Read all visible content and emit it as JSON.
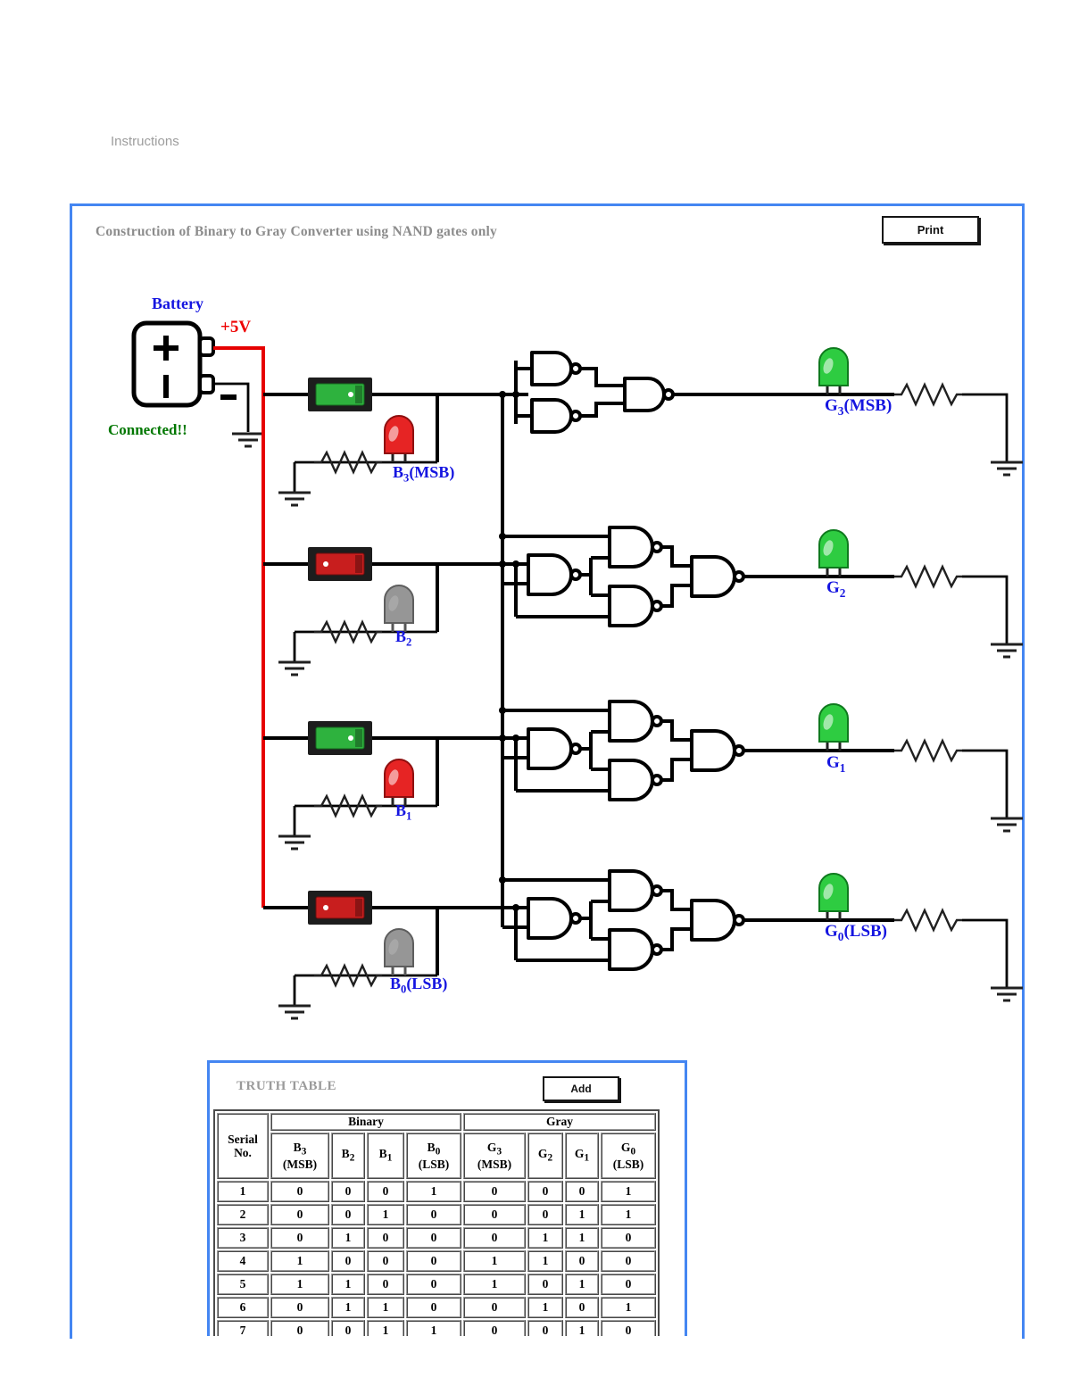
{
  "page": {
    "instructions_label": "Instructions"
  },
  "panel": {
    "title": "Construction of Binary to Gray Converter using NAND gates only",
    "print_button": "Print"
  },
  "battery": {
    "label": "Battery",
    "voltage_label": "+5V",
    "status": "Connected!!"
  },
  "colors": {
    "panel_border": "#4486f2",
    "label_blue": "#1515e0",
    "supply_red": "#ee0000",
    "status_green": "#007700",
    "led_red_lit": "#e62424",
    "led_green_lit": "#2ecc41",
    "led_off_gray": "#969696",
    "switch_on_green": "#2eb23e",
    "switch_off_red": "#c81e1e"
  },
  "inputs": [
    {
      "id": "B3",
      "label_html": "B<sub>3</sub>(MSB)",
      "switch": "on",
      "led": "red-lit"
    },
    {
      "id": "B2",
      "label_html": "B<sub>2</sub>",
      "switch": "off",
      "led": "off"
    },
    {
      "id": "B1",
      "label_html": "B<sub>1</sub>",
      "switch": "on",
      "led": "red-lit"
    },
    {
      "id": "B0",
      "label_html": "B<sub>0</sub>(LSB)",
      "switch": "off",
      "led": "off"
    }
  ],
  "outputs": [
    {
      "id": "G3",
      "label_html": "G<sub>3</sub>(MSB)",
      "led": "green-lit"
    },
    {
      "id": "G2",
      "label_html": "G<sub>2</sub>",
      "led": "green-lit"
    },
    {
      "id": "G1",
      "label_html": "G<sub>1</sub>",
      "led": "green-lit"
    },
    {
      "id": "G0",
      "label_html": "G<sub>0</sub>(LSB)",
      "led": "green-lit"
    }
  ],
  "truth_table": {
    "title": "TRUTH TABLE",
    "add_button": "Add",
    "serial_header_html": "Serial<br>No.",
    "group_headers": [
      "Binary",
      "Gray"
    ],
    "binary_headers_html": [
      "B<sub>3</sub><br>(MSB)",
      "B<sub>2</sub>",
      "B<sub>1</sub>",
      "B<sub>0</sub><br>(LSB)"
    ],
    "gray_headers_html": [
      "G<sub>3</sub><br>(MSB)",
      "G<sub>2</sub>",
      "G<sub>1</sub>",
      "G<sub>0</sub><br>(LSB)"
    ],
    "rows": [
      {
        "serial": "1",
        "binary": [
          "0",
          "0",
          "0",
          "1"
        ],
        "gray": [
          "0",
          "0",
          "0",
          "1"
        ]
      },
      {
        "serial": "2",
        "binary": [
          "0",
          "0",
          "1",
          "0"
        ],
        "gray": [
          "0",
          "0",
          "1",
          "1"
        ]
      },
      {
        "serial": "3",
        "binary": [
          "0",
          "1",
          "0",
          "0"
        ],
        "gray": [
          "0",
          "1",
          "1",
          "0"
        ]
      },
      {
        "serial": "4",
        "binary": [
          "1",
          "0",
          "0",
          "0"
        ],
        "gray": [
          "1",
          "1",
          "0",
          "0"
        ]
      },
      {
        "serial": "5",
        "binary": [
          "1",
          "1",
          "0",
          "0"
        ],
        "gray": [
          "1",
          "0",
          "1",
          "0"
        ]
      },
      {
        "serial": "6",
        "binary": [
          "0",
          "1",
          "1",
          "0"
        ],
        "gray": [
          "0",
          "1",
          "0",
          "1"
        ]
      },
      {
        "serial": "7",
        "binary": [
          "0",
          "0",
          "1",
          "1"
        ],
        "gray": [
          "0",
          "0",
          "1",
          "0"
        ]
      }
    ]
  }
}
